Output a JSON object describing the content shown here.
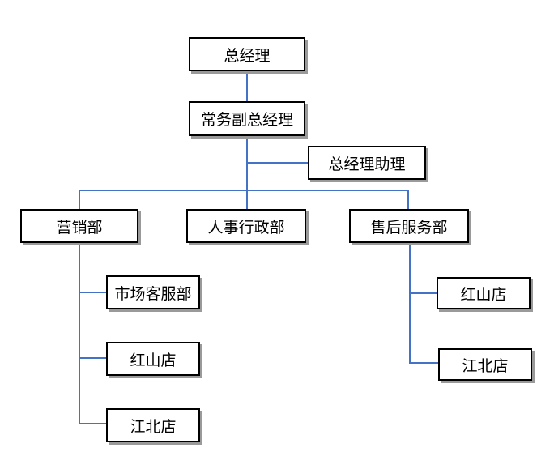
{
  "org_chart": {
    "general_manager": "总经理",
    "executive_vice_gm": "常务副总经理",
    "gm_assistant": "总经理助理",
    "departments": {
      "marketing": {
        "label": "营销部",
        "children": [
          "市场客服部",
          "红山店",
          "江北店"
        ]
      },
      "hr_admin": {
        "label": "人事行政部"
      },
      "after_sales": {
        "label": "售后服务部",
        "children": [
          "红山店",
          "江北店"
        ]
      }
    }
  },
  "colors": {
    "connector": "#4472c4",
    "box_border": "#000000",
    "box_shadow": "#9a9a9a"
  }
}
